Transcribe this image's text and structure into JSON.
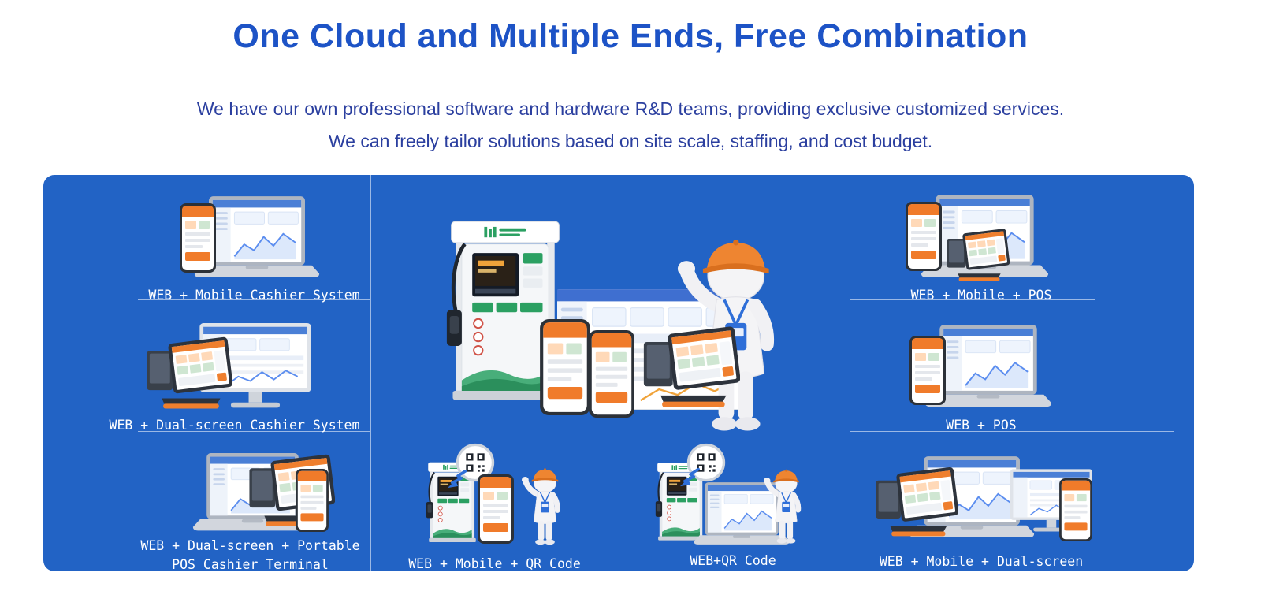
{
  "header": {
    "title": "One Cloud and Multiple Ends, Free Combination",
    "subtitle_line1": "We have our own professional software and hardware R&D teams, providing exclusive customized services.",
    "subtitle_line2": "We can freely tailor solutions based on site scale, staffing, and cost budget."
  },
  "panel": {
    "cells": [
      {
        "label": "WEB + Mobile Cashier System",
        "icons": [
          "laptop-icon",
          "phone-icon"
        ]
      },
      {
        "label": "WEB + Dual-screen Cashier System",
        "icons": [
          "monitor-icon",
          "dual-screen-pos-icon"
        ]
      },
      {
        "label": "WEB + Dual-screen + Portable\nPOS Cashier Terminal",
        "icons": [
          "laptop-icon",
          "dual-screen-pos-icon",
          "phone-icon"
        ]
      },
      {
        "label": "WEB + Mobile + QR Code",
        "icons": [
          "fuel-dispenser-icon",
          "qr-code-icon",
          "arrow-icon",
          "phone-icon",
          "mascot-icon"
        ]
      },
      {
        "label": "WEB+QR Code",
        "icons": [
          "fuel-dispenser-icon",
          "qr-code-icon",
          "arrow-icon",
          "laptop-icon",
          "mascot-icon"
        ]
      },
      {
        "label": "WEB + Mobile + POS",
        "icons": [
          "laptop-icon",
          "phone-icon",
          "dual-screen-pos-icon"
        ]
      },
      {
        "label": "WEB + POS",
        "icons": [
          "laptop-icon",
          "handheld-pos-icon"
        ]
      },
      {
        "label": "WEB + Mobile + Dual-screen",
        "icons": [
          "dual-screen-pos-icon",
          "laptop-icon",
          "monitor-icon",
          "phone-icon"
        ]
      }
    ],
    "center_illustration_icons": [
      "fuel-dispenser-icon",
      "web-dashboard-icon",
      "mascot-icon",
      "dual-screen-pos-icon",
      "phone-icon",
      "phone-icon"
    ]
  },
  "colors": {
    "title_blue": "#1d53c6",
    "subtitle_blue": "#2b3f9f",
    "panel_blue": "#2263c5",
    "label_white": "#ffffff",
    "accent_orange": "#ee8531",
    "brand_green": "#2ba062",
    "lanyard_blue": "#2f6fd8"
  }
}
